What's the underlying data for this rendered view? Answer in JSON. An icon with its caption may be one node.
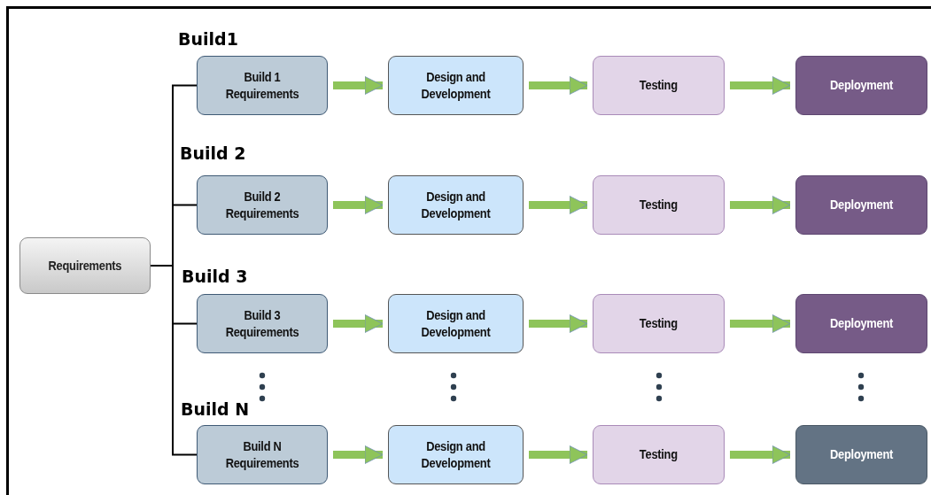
{
  "diagram": {
    "nodes": [
      {
        "text": [
          "Requirements"
        ]
      },
      {
        "text": [
          "Build 1 Requirements"
        ]
      },
      {
        "text": [
          "Design and Development"
        ]
      },
      {
        "text": [
          "Testing"
        ]
      },
      {
        "text": [
          "Deployment"
        ]
      },
      {
        "text": [
          "Build 2 Requirements"
        ]
      },
      {
        "text": [
          "Design and Development"
        ]
      },
      {
        "text": [
          "Testing"
        ]
      },
      {
        "text": [
          "Deployment"
        ]
      },
      {
        "text": [
          "Build 3 Requirements"
        ]
      },
      {
        "text": [
          "Design and Development"
        ]
      },
      {
        "text": [
          "Testing"
        ]
      },
      {
        "text": [
          "Deployment"
        ]
      },
      {
        "text": [
          "Build N Requirements"
        ]
      },
      {
        "text": [
          "Design and Development"
        ]
      },
      {
        "text": [
          "Testing"
        ]
      },
      {
        "text": [
          "Deployment"
        ]
      }
    ],
    "edges": [
      {
        "from": 0,
        "to": 1,
        "arrow": "none",
        "color": "#000000"
      },
      {
        "from": 0,
        "to": 5,
        "arrow": "none",
        "color": "#000000"
      },
      {
        "from": 0,
        "to": 9,
        "arrow": "none",
        "color": "#000000"
      },
      {
        "from": 0,
        "to": 13,
        "arrow": "none",
        "color": "#000000"
      },
      {
        "from": 1,
        "to": 2,
        "arrow": "to"
      },
      {
        "from": 2,
        "to": 3,
        "arrow": "to"
      },
      {
        "from": 3,
        "to": 4,
        "arrow": "to"
      },
      {
        "from": 5,
        "to": 6,
        "arrow": "to"
      },
      {
        "from": 6,
        "to": 7,
        "arrow": "to"
      },
      {
        "from": 7,
        "to": 8,
        "arrow": "to"
      },
      {
        "from": 9,
        "to": 10,
        "arrow": "to"
      },
      {
        "from": 10,
        "to": 11,
        "arrow": "to"
      },
      {
        "from": 11,
        "to": 12,
        "arrow": "to"
      },
      {
        "from": 13,
        "to": 14,
        "arrow": "to"
      },
      {
        "from": 14,
        "to": 15,
        "arrow": "to"
      },
      {
        "from": 15,
        "to": 16,
        "arrow": "to"
      }
    ],
    "labels": [
      "Build1",
      "Build 2",
      "Build 3",
      "Build N"
    ]
  }
}
